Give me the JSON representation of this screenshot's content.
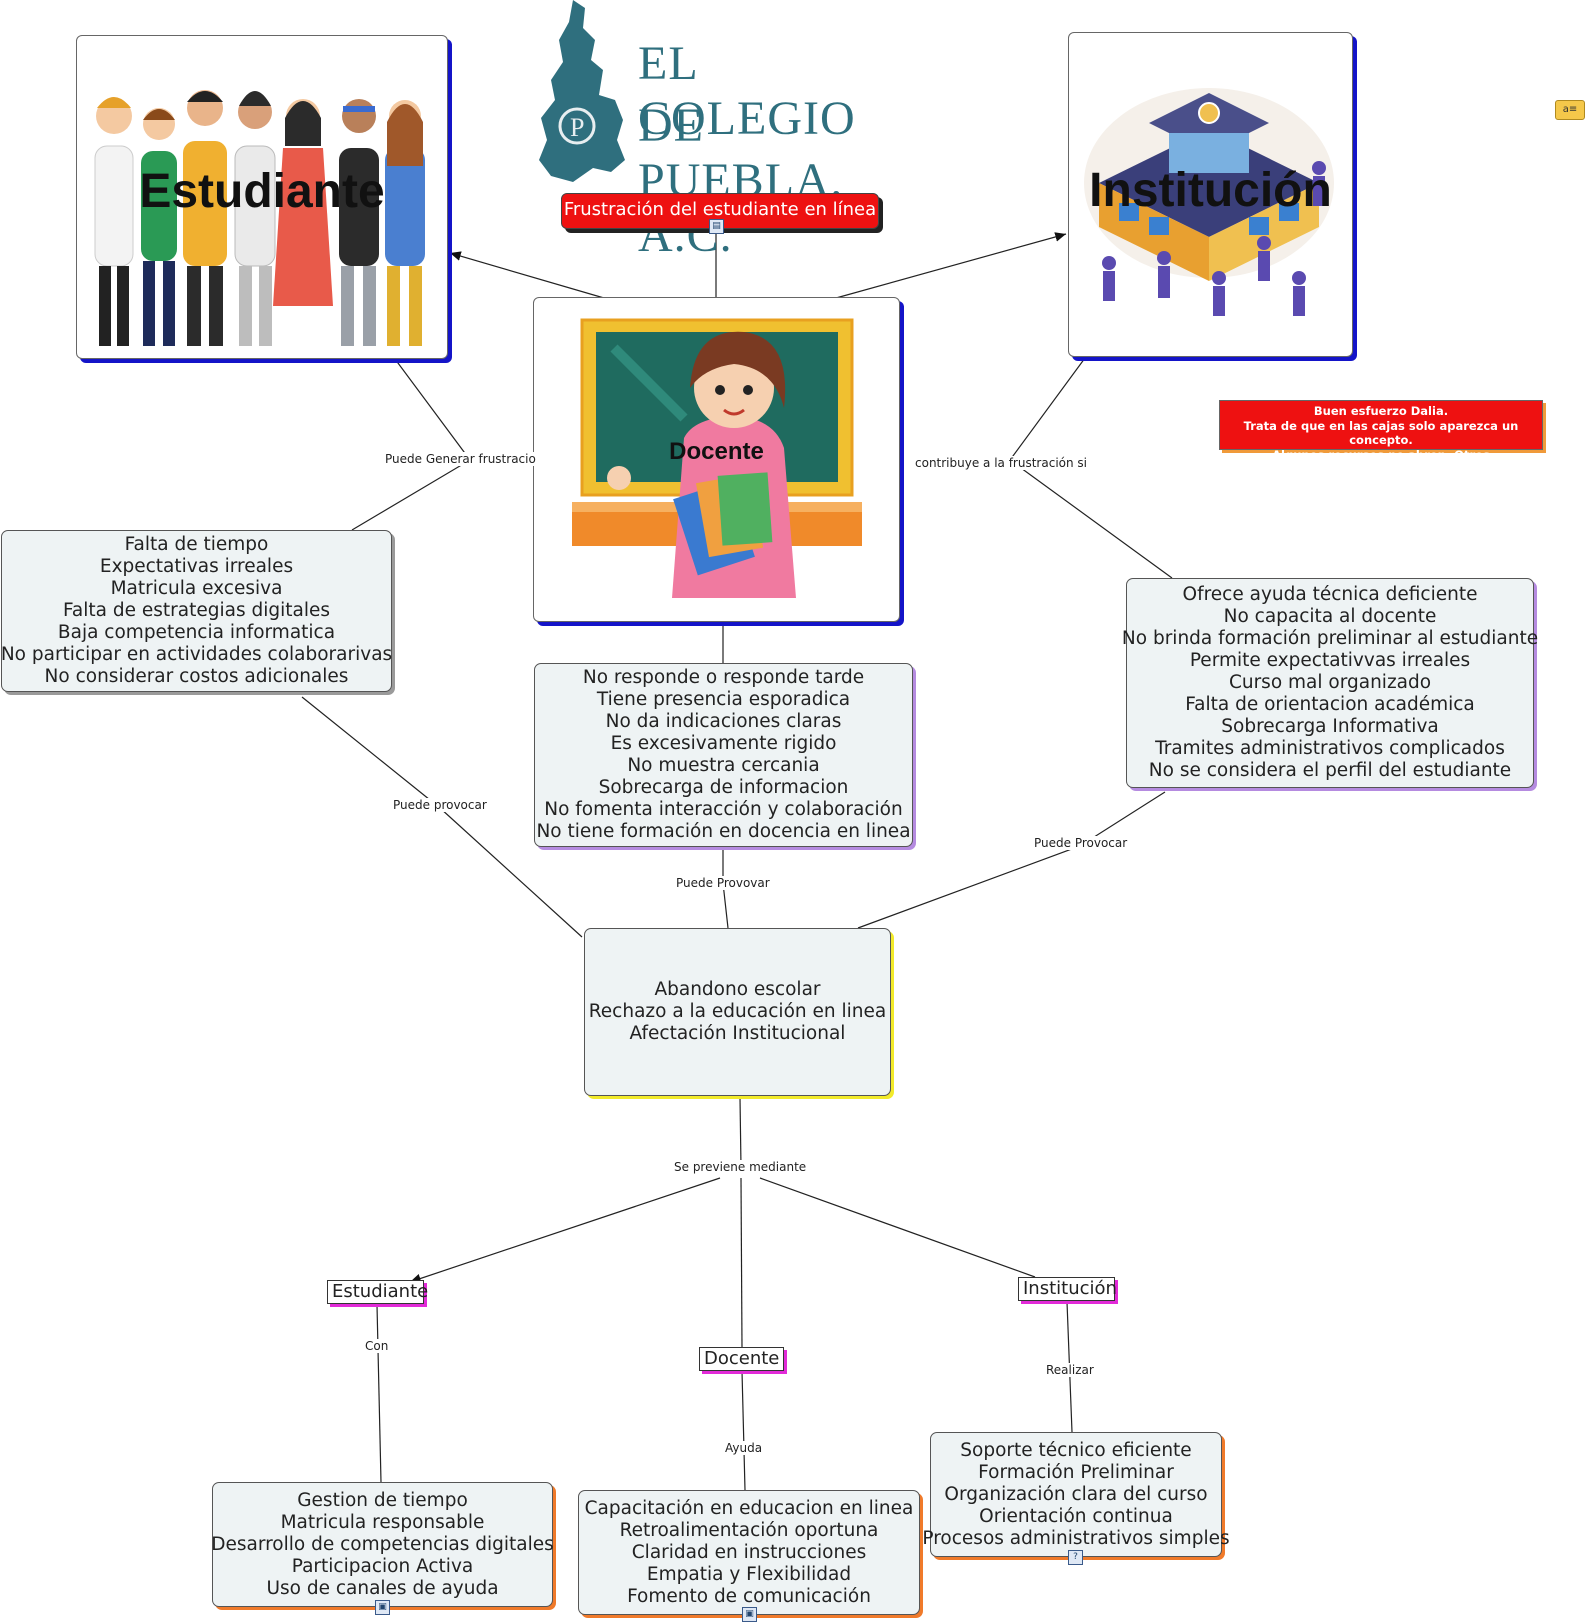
{
  "title": "Frustración del estudiante en línea",
  "logo": {
    "line1": "EL COLEGIO",
    "line2": "DE PUEBLA, A.C."
  },
  "feedback_note": [
    "Buen esfuerzo Dalia.",
    "Trata de que en las cajas solo aparezca un concepto.",
    "Algunos recursos no abren.  Otros"
  ],
  "estudiante_image": {
    "label": "Estudiante"
  },
  "docente_image": {
    "label": "Docente"
  },
  "institucion_image": {
    "label": "Institución"
  },
  "link_labels": {
    "estudiante_frustracion": "Puede Generar frustracio",
    "institucion_frustracion": "contribuye a la frustración si",
    "estudiante_provocar": "Puede provocar",
    "docente_provocar": "Puede Provovar",
    "institucion_provocar": "Puede Provocar",
    "prevencion": "Se previene mediante",
    "con": "Con",
    "ayuda": "Ayuda",
    "realizar": "Realizar"
  },
  "estudiante_factors": [
    "Falta de tiempo",
    "Expectativas irreales",
    "Matricula excesiva",
    "Falta de estrategias digitales",
    "Baja competencia informatica",
    "No participar en actividades colaborarivas",
    "No considerar costos adicionales"
  ],
  "docente_factors": [
    "No responde o responde tarde",
    "Tiene presencia esporadica",
    "No da indicaciones claras",
    "Es excesivamente rigido",
    "No muestra cercania",
    "Sobrecarga de informacion",
    "No fomenta interacción y colaboración",
    "No tiene formación en docencia en linea"
  ],
  "institucion_factors": [
    "Ofrece ayuda técnica deficiente",
    "No capacita al docente",
    "No brinda formación preliminar al estudiante",
    "Permite expectativvas irreales",
    "Curso mal organizado",
    "Falta de orientacion académica",
    "Sobrecarga Informativa",
    "Tramites administrativos complicados",
    "No se considera el perfil del estudiante"
  ],
  "consequences": [
    "Abandono escolar",
    "Rechazo a la educación en linea",
    "Afectación Institucional"
  ],
  "prevention": {
    "estudiante": "Estudiante",
    "docente": "Docente",
    "institucion": "Institución"
  },
  "estudiante_actions": [
    "Gestion de tiempo",
    "Matricula responsable",
    "Desarrollo de competencias digitales",
    "Participacion Activa",
    "Uso de canales de ayuda"
  ],
  "docente_actions": [
    "Capacitación en educacion en linea",
    "Retroalimentación oportuna",
    "Claridad en instrucciones",
    "Empatia y Flexibilidad",
    "Fomento de comunicación"
  ],
  "institucion_actions": [
    "Soporte técnico eficiente",
    "Formación Preliminar",
    "Organización clara del curso",
    "Orientación continua",
    "Procesos administrativos simples"
  ]
}
